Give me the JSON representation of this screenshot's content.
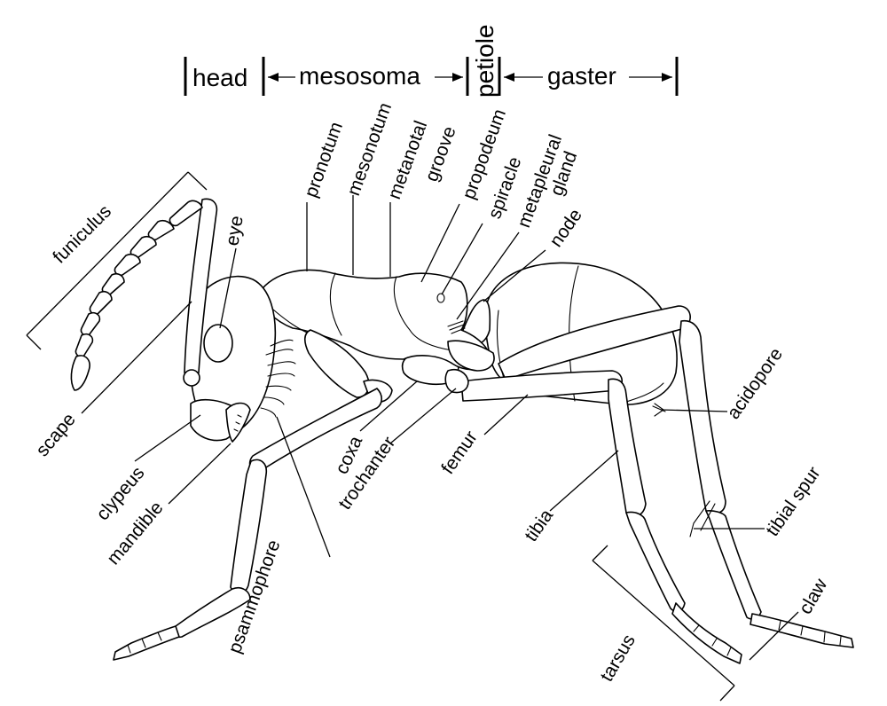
{
  "header": {
    "head": "head",
    "mesosoma": "mesosoma",
    "petiole": "petiole",
    "gaster": "gaster"
  },
  "labels": {
    "funiculus": "funiculus",
    "eye": "eye",
    "scape": "scape",
    "clypeus": "clypeus",
    "mandible": "mandible",
    "psammophore": "psammophore",
    "pronotum": "pronotum",
    "mesonotum": "mesonotum",
    "metanotal": "metanotal",
    "groove": "groove",
    "propodeum": "propodeum",
    "spiracle": "spiracle",
    "metapleural": "metapleural",
    "gland": "gland",
    "node": "node",
    "acidopore": "acidopore",
    "coxa": "coxa",
    "trochanter": "trochanter",
    "femur": "femur",
    "tibia": "tibia",
    "tibial_spur": "tibial spur",
    "tarsus": "tarsus",
    "claw": "claw"
  }
}
